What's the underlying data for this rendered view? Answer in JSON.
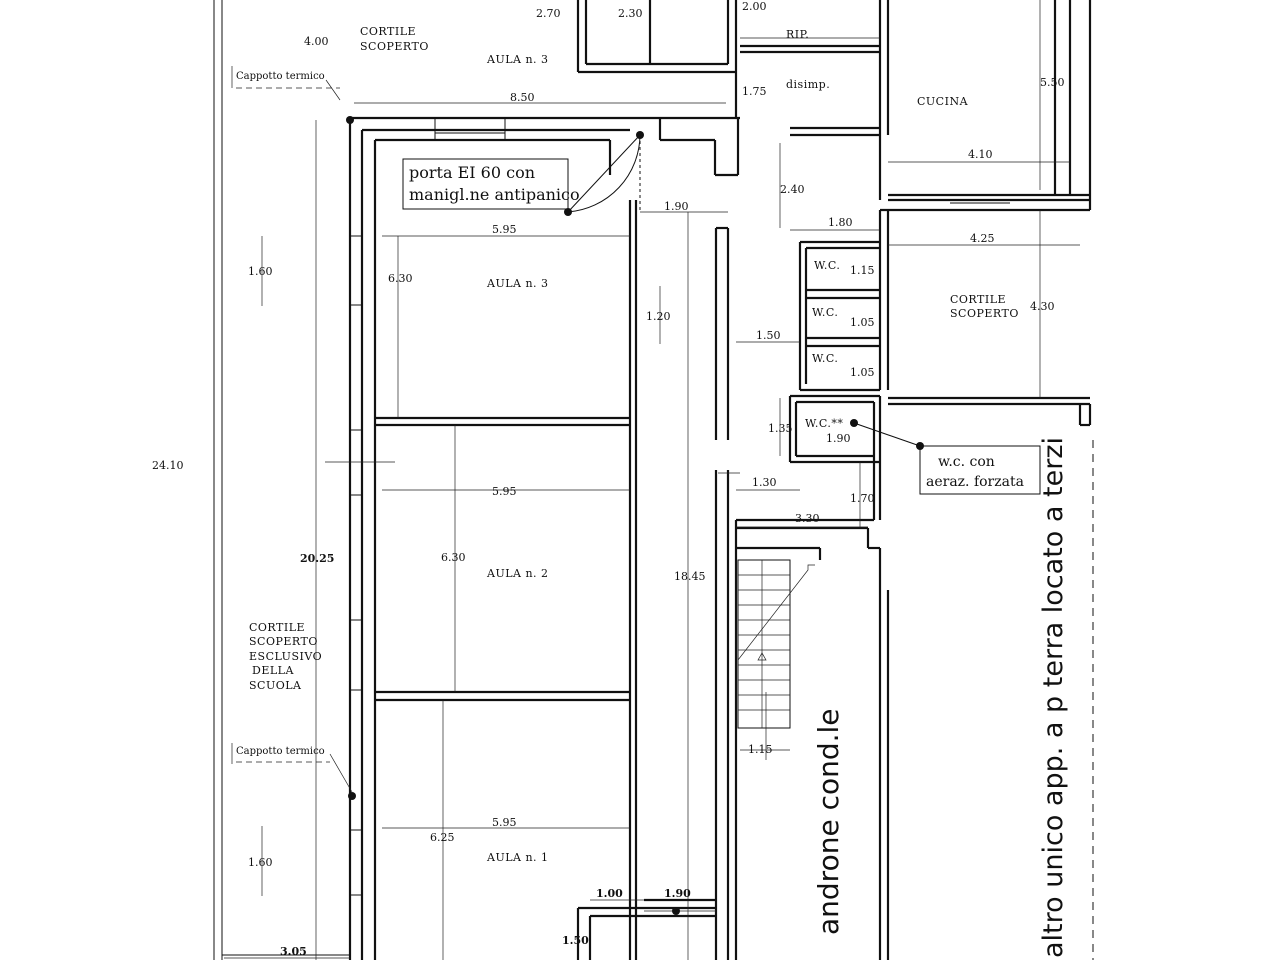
{
  "rooms": {
    "cortile_top": [
      "CORTILE",
      "SCOPERTO"
    ],
    "aula3_top": "AULA n. 3",
    "rip": "RIP.",
    "disimp": "disimp.",
    "cucina": "CUCINA",
    "aula3": "AULA n. 3",
    "aula2": "AULA n. 2",
    "aula1": "AULA n. 1",
    "cortile_right": [
      "CORTILE",
      "SCOPERTO"
    ],
    "wc1": "W.C.",
    "wc2": "W.C.",
    "wc3": "W.C.",
    "wc4": "W.C.**",
    "cortile_left": [
      "CORTILE",
      "SCOPERTO",
      "ESCLUSIVO",
      "DELLA",
      "SCUOLA"
    ]
  },
  "notes": {
    "porta": [
      "porta EI 60 con",
      "manigl.ne antipanico"
    ],
    "wc_aeraz": [
      "w.c. con",
      "aeraz. forzata"
    ],
    "cappotto_top": "Cappotto termico",
    "cappotto_bottom": "Cappotto termico",
    "androne": "androne cond.le",
    "altro": "altro unico app. a p terra locato a terzi"
  },
  "dimensions": {
    "d_270": "2.70",
    "d_230": "2.30",
    "d_200": "2.00",
    "d_400": "4.00",
    "d_850": "8.50",
    "d_175": "1.75",
    "d_550": "5.50",
    "d_410": "4.10",
    "d_240": "2.40",
    "d_190a": "1.90",
    "d_180": "1.80",
    "d_425": "4.25",
    "d_595a": "5.95",
    "d_630a": "6.30",
    "d_160a": "1.60",
    "d_115a": "1.15",
    "d_105a": "1.05",
    "d_105b": "1.05",
    "d_120": "1.20",
    "d_150a": "1.50",
    "d_430": "4.30",
    "d_135": "1.35",
    "d_190b": "1.90",
    "d_2410": "24.10",
    "d_130": "1.30",
    "d_170": "1.70",
    "d_595b": "5.95",
    "d_330": "3.30",
    "d_2025": "20.25",
    "d_630b": "6.30",
    "d_1845": "18.45",
    "d_115b": "1.15",
    "d_595c": "5.95",
    "d_625": "6.25",
    "d_160b": "1.60",
    "d_100": "1.00",
    "d_190c": "1.90",
    "d_150b": "1.50",
    "d_305": "3.05"
  }
}
